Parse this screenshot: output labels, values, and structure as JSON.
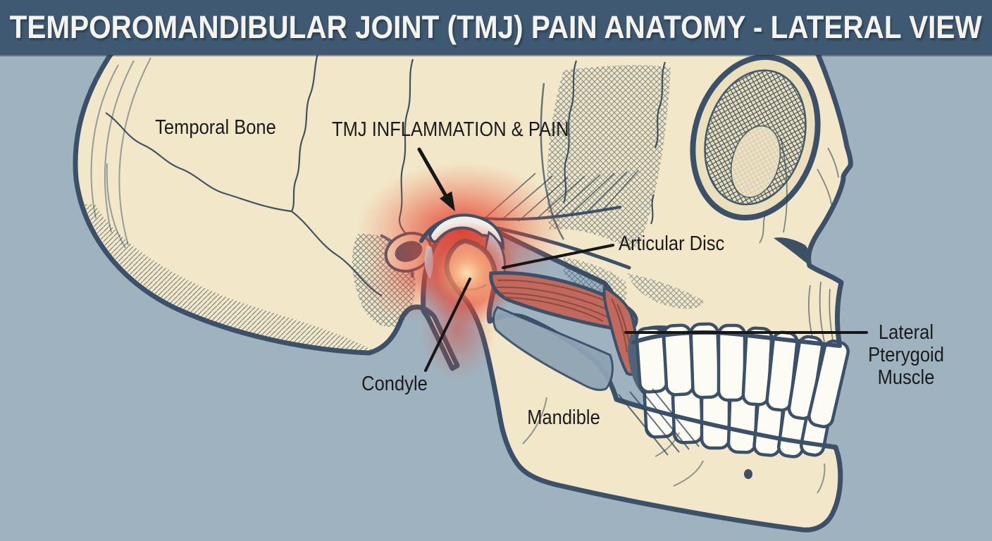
{
  "title_bar": {
    "title": "TEMPOROMANDIBULAR JOINT (TMJ) PAIN ANATOMY - LATERAL VIEW",
    "background_color": "#3e5971",
    "text_color": "#f4f3ee"
  },
  "illustration": {
    "description": "Hand-drawn lateral-view medical illustration of a human skull highlighting inflammation and pain at the temporomandibular joint",
    "view": "Lateral View",
    "background_color": "#9eb2c0",
    "bone_color": "#f2e7c8",
    "outline_color": "#3b5069",
    "inflammation_color": "#e2483b",
    "muscle_color": "#c0695c",
    "articular_disc_color": "#c2d7e3",
    "teeth_color": "#fcfcf5",
    "labels": {
      "temporal_bone": "Temporal Bone",
      "tmj_inflammation": "TMJ INFLAMMATION & PAIN",
      "articular_disc": "Articular Disc",
      "condyle": "Condyle",
      "mandible": "Mandible",
      "lateral_pterygoid": "Lateral Pterygoid Muscle"
    }
  }
}
